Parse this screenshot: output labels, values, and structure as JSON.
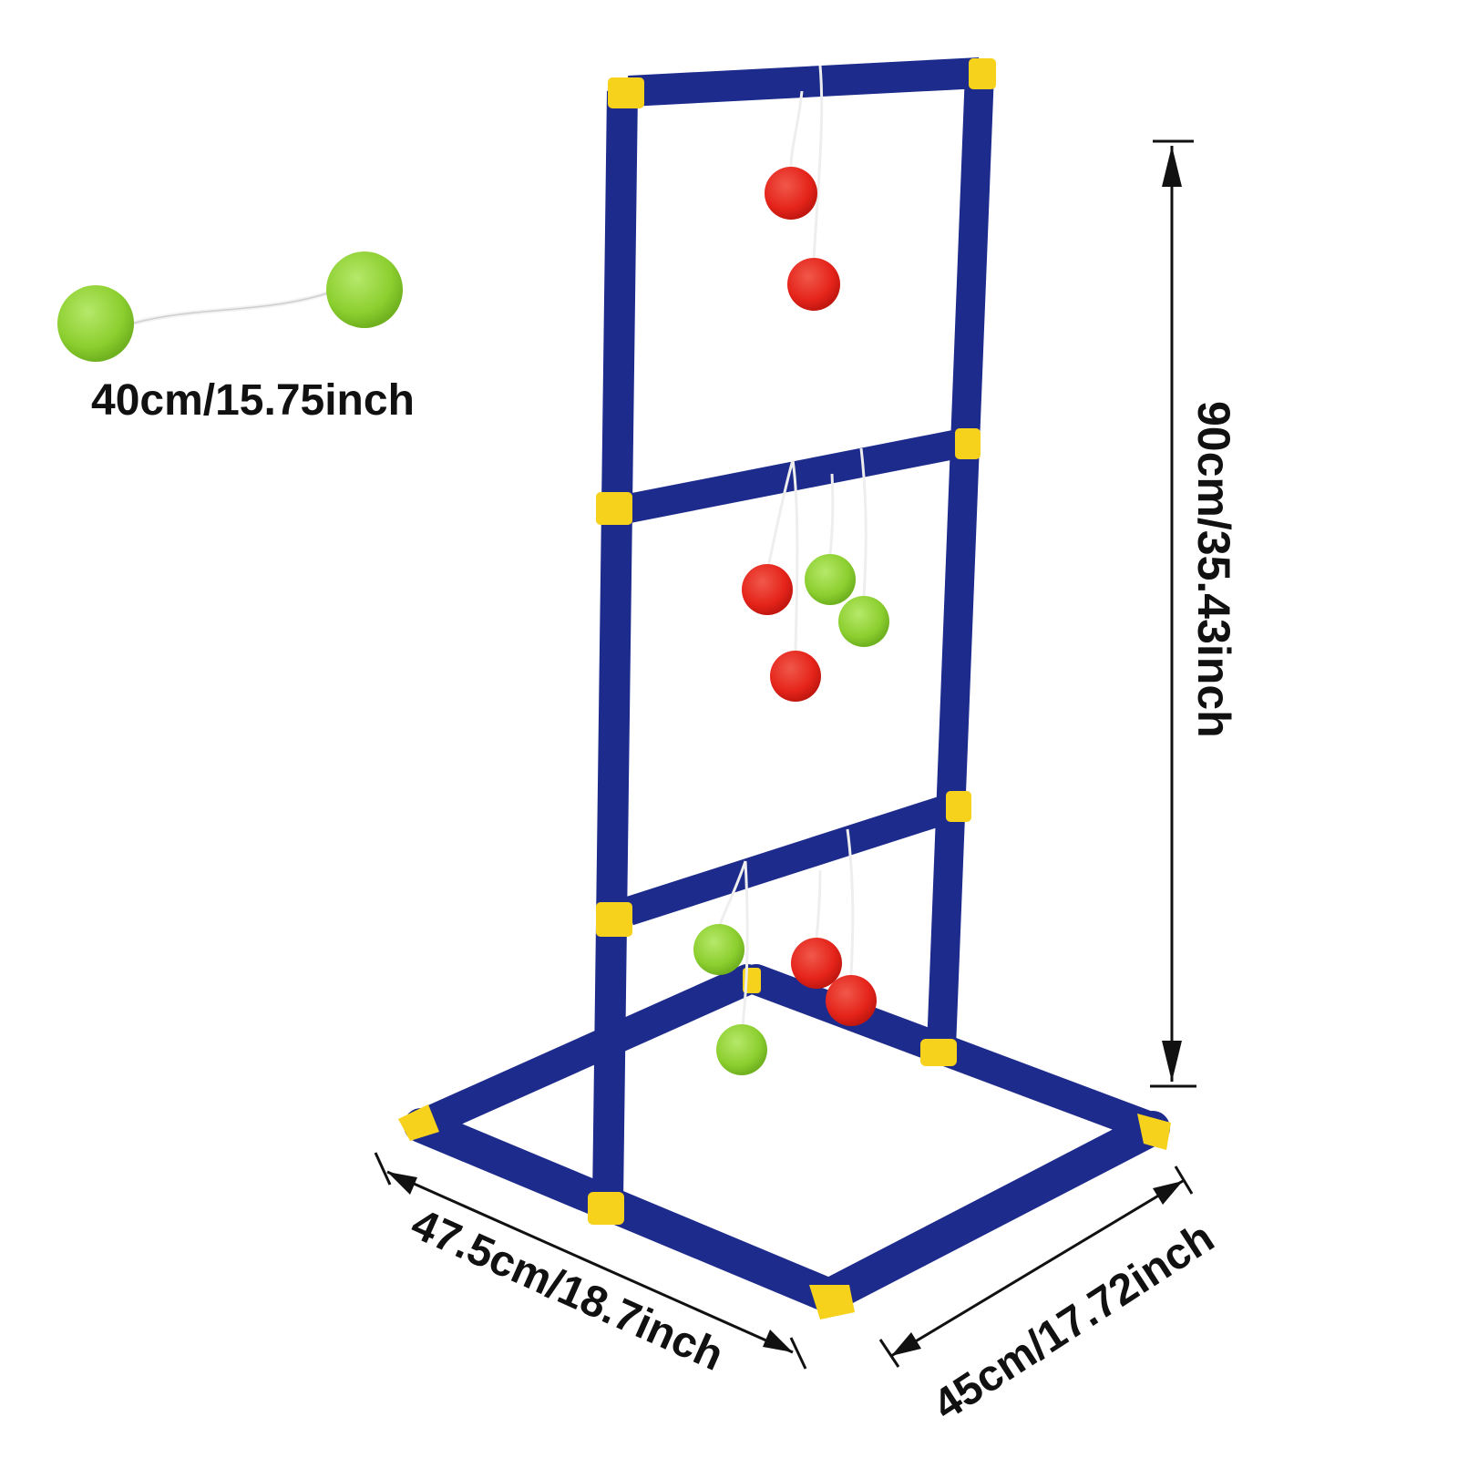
{
  "labels": {
    "bolas_length": "40cm/15.75inch",
    "height": "90cm/35.43inch",
    "base_width": "47.5cm/18.7inch",
    "base_depth": "45cm/17.72inch"
  },
  "colors": {
    "frame": "#1d2b8c",
    "joint": "#f7d21c",
    "ball_red": "#e5241b",
    "ball_green": "#8ccf2f",
    "text": "#111111"
  }
}
